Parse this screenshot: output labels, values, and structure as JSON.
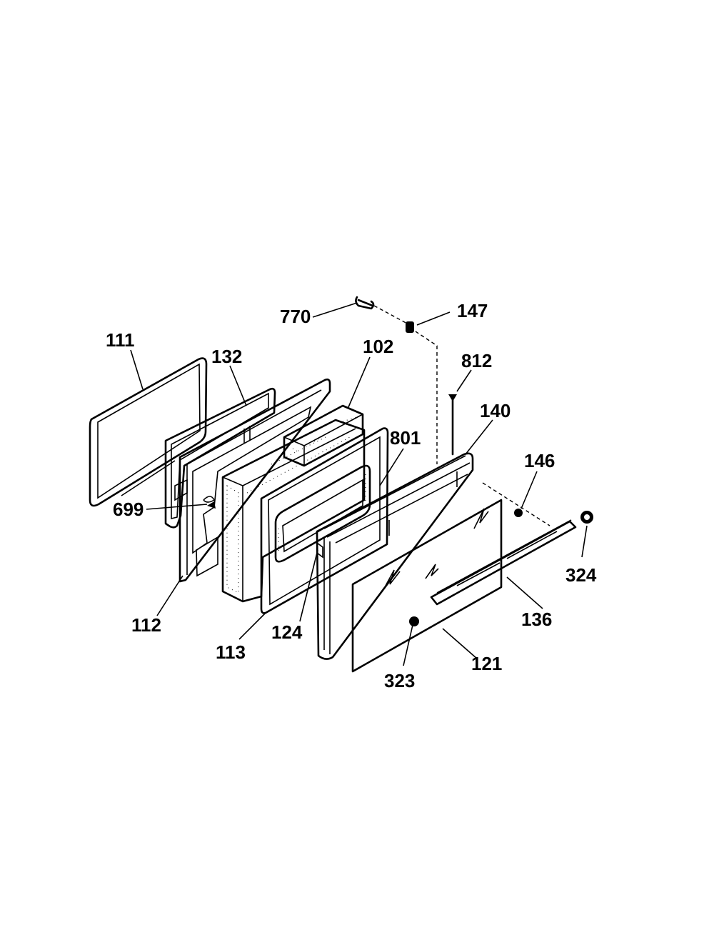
{
  "diagram": {
    "labels": [
      {
        "id": "111",
        "text": "111"
      },
      {
        "id": "132",
        "text": "132"
      },
      {
        "id": "102",
        "text": "102"
      },
      {
        "id": "770",
        "text": "770"
      },
      {
        "id": "147",
        "text": "147"
      },
      {
        "id": "812",
        "text": "812"
      },
      {
        "id": "140",
        "text": "140"
      },
      {
        "id": "801",
        "text": "801"
      },
      {
        "id": "146",
        "text": "146"
      },
      {
        "id": "699",
        "text": "699"
      },
      {
        "id": "324",
        "text": "324"
      },
      {
        "id": "112",
        "text": "112"
      },
      {
        "id": "124",
        "text": "124"
      },
      {
        "id": "136",
        "text": "136"
      },
      {
        "id": "113",
        "text": "113"
      },
      {
        "id": "121",
        "text": "121"
      },
      {
        "id": "323",
        "text": "323"
      }
    ]
  }
}
